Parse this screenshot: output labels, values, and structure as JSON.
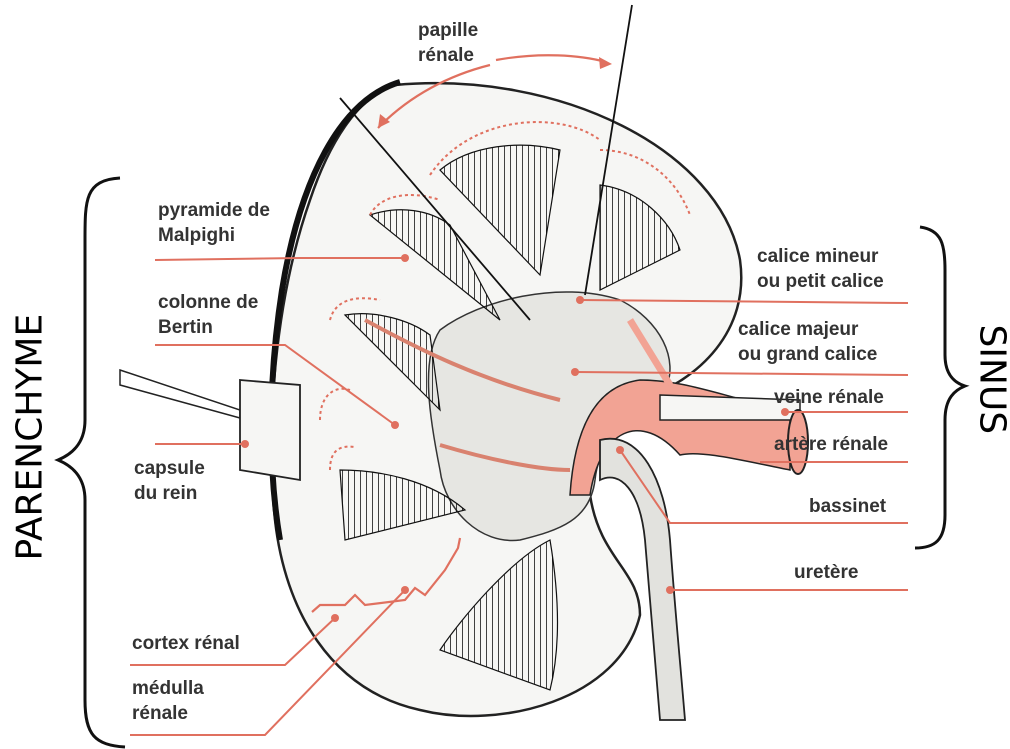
{
  "diagram": {
    "colors": {
      "leader": "#e0705f",
      "vessel": "#f2a394",
      "ink": "#222222",
      "tissue": "#f3f3f1",
      "sinus_fill": "#e9e9e6"
    },
    "labels": {
      "papille": [
        "papille",
        "rénale"
      ],
      "pyramide": [
        "pyramide de",
        "Malpighi"
      ],
      "colonne": [
        "colonne de",
        "Bertin"
      ],
      "capsule": [
        "capsule",
        "du rein"
      ],
      "cortex": "cortex rénal",
      "medulla": [
        "médulla",
        "rénale"
      ],
      "calice_mineur": [
        "calice mineur",
        "ou petit calice"
      ],
      "calice_majeur": [
        "calice majeur",
        "ou grand calice"
      ],
      "veine": "veine rénale",
      "artere": "artère rénale",
      "bassinet": "bassinet",
      "uretere": "uretère",
      "parenchyme": "PARENCHYME",
      "sinus": "SINUS"
    }
  }
}
